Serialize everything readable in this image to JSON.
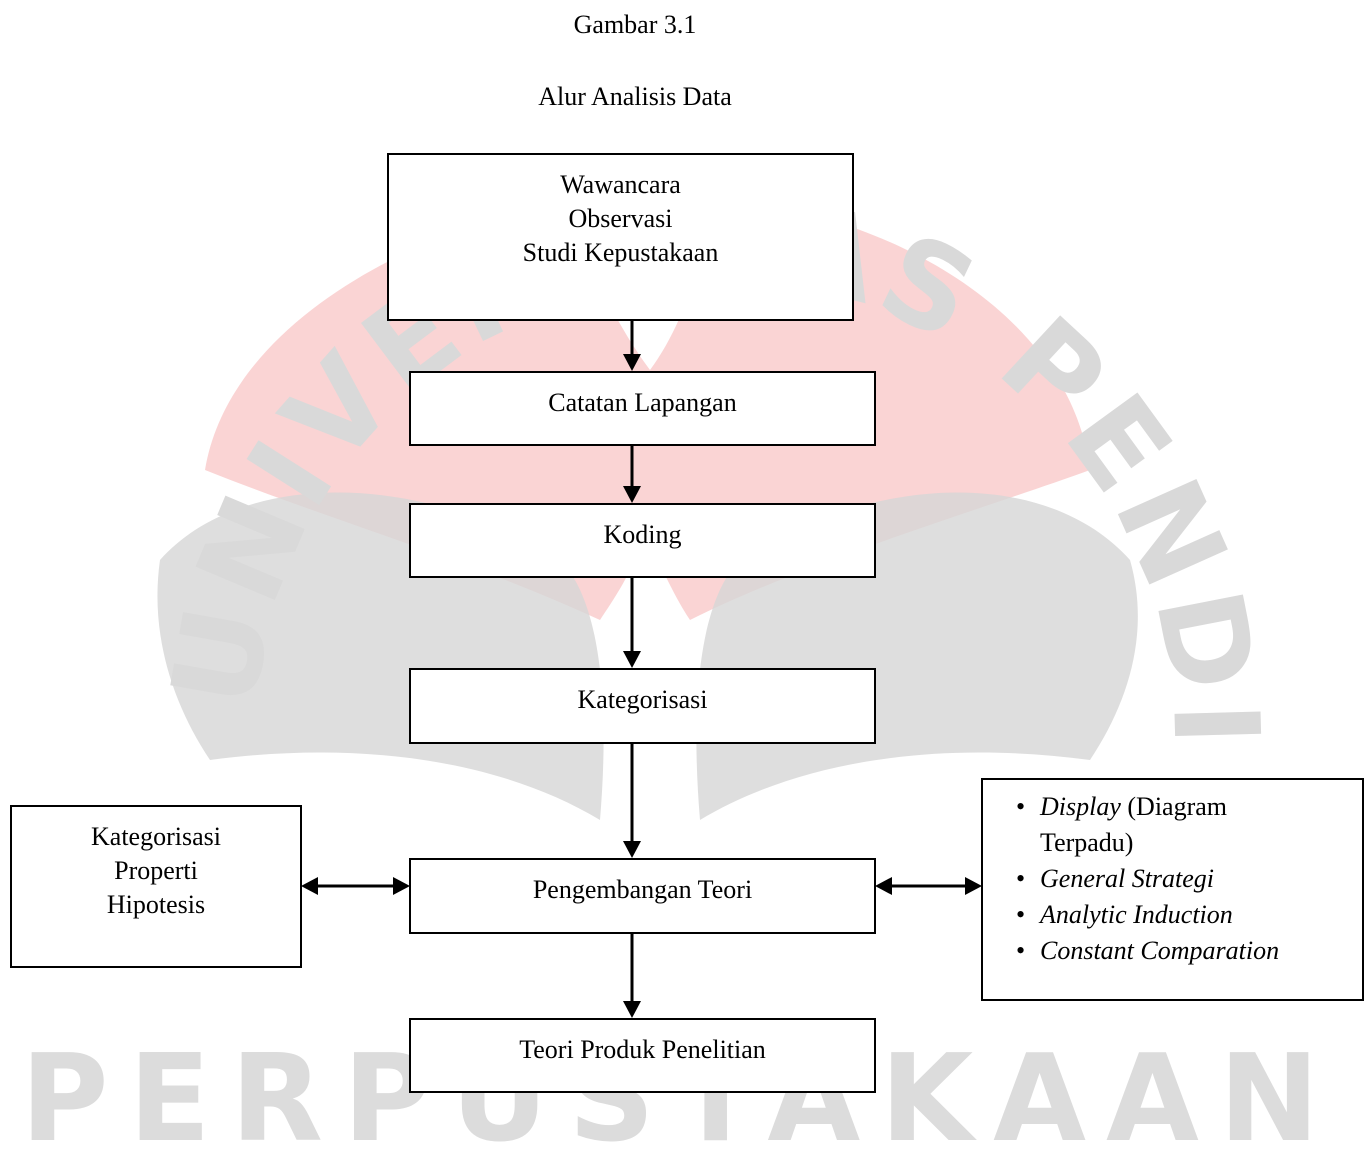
{
  "caption": {
    "figure_number": "Gambar 3.1",
    "title": "Alur Analisis Data"
  },
  "watermark": {
    "text": "UNIVERSITAS PENDIDIKAN INDONESIA",
    "bottom_text": "PERPUSTAKAAN",
    "logo_color": "#f9cccc",
    "logo_gray": "#d6d6d6"
  },
  "nodes": {
    "sources": [
      "Wawancara",
      "Observasi",
      "Studi Kepustakaan"
    ],
    "field_notes": "Catatan Lapangan",
    "coding": "Koding",
    "categorization": "Kategorisasi",
    "theory_development": "Pengembangan Teori",
    "research_theory": "Teori Produk Penelitian",
    "left_box": [
      "Kategorisasi",
      "Properti",
      "Hipotesis"
    ],
    "right_box": [
      {
        "italic": "Display",
        "normal": " (Diagram",
        "continuation": "Terpadu)"
      },
      {
        "italic": "General Strategi"
      },
      {
        "italic": "Analytic Induction"
      },
      {
        "italic": "Constant Comparation"
      }
    ],
    "bullet": "•"
  },
  "colors": {
    "line": "#000000",
    "box_fill": "#ffffff"
  }
}
